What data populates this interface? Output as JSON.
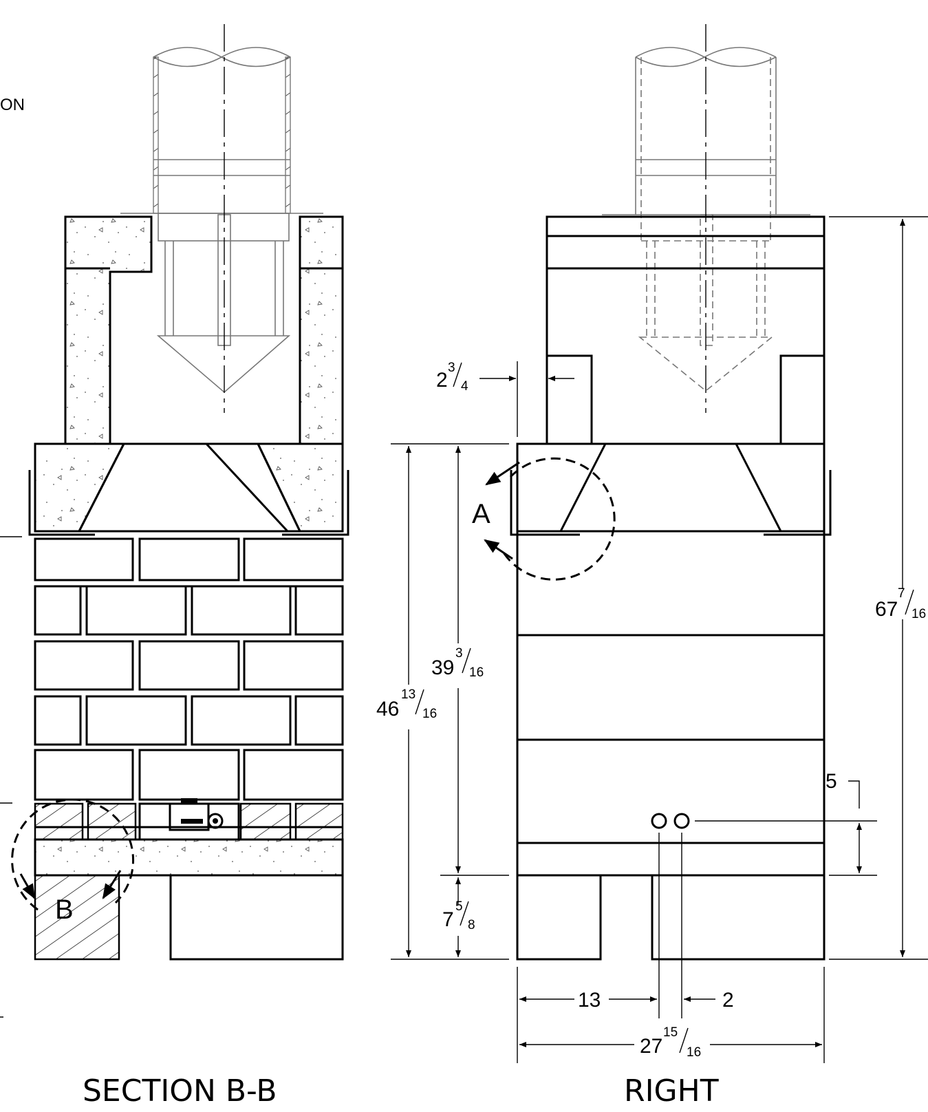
{
  "views": {
    "section": {
      "title": "SECTION B-B",
      "detail_label": "B",
      "partial_label": "ON"
    },
    "right": {
      "title": "RIGHT",
      "detail_label": "A"
    }
  },
  "dimensions": {
    "overall_height": {
      "whole": "67",
      "num": "7",
      "den": "16"
    },
    "lower_height": {
      "whole": "46",
      "num": "13",
      "den": "16"
    },
    "mid_height": {
      "whole": "39",
      "num": "3",
      "den": "16"
    },
    "base_height": {
      "whole": "7",
      "num": "5",
      "den": "8"
    },
    "wall_offset": {
      "whole": "2",
      "num": "3",
      "den": "4"
    },
    "hole_height": "5",
    "hole_offset": "13",
    "hole_spacing": "2",
    "overall_width": {
      "whole": "27",
      "num": "15",
      "den": "16"
    }
  },
  "colors": {
    "line": "#000000",
    "hidden": "#777777"
  }
}
